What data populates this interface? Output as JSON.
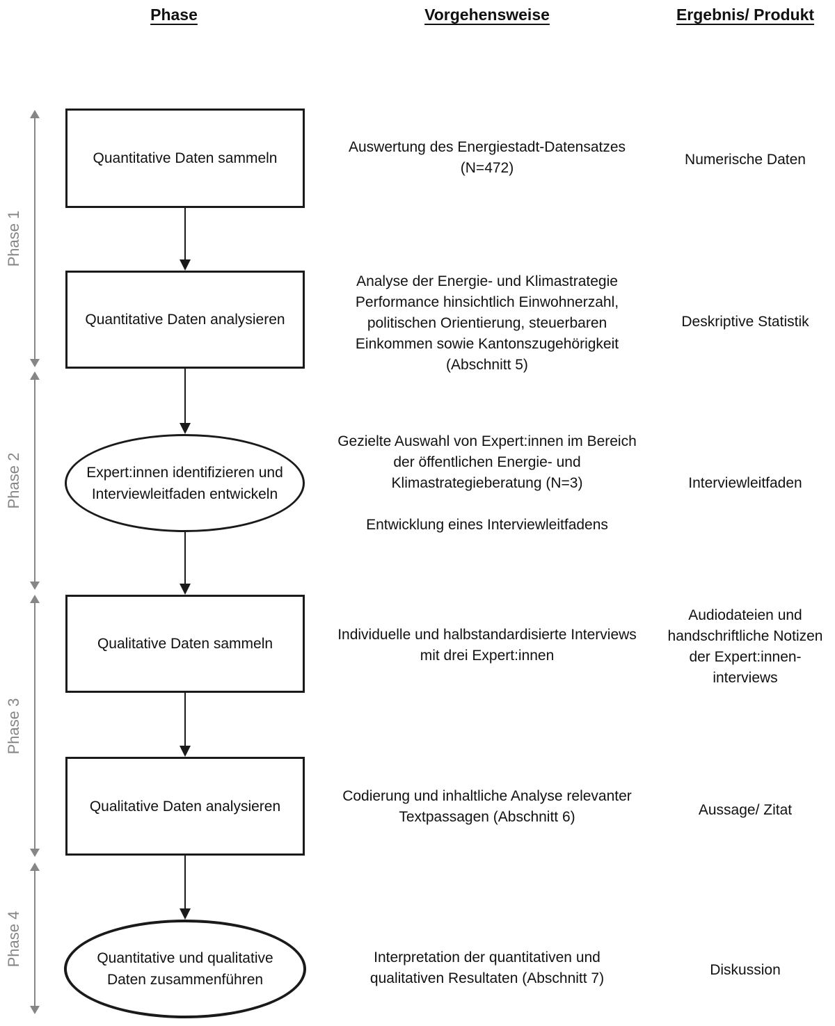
{
  "headers": {
    "phase": "Phase",
    "method": "Vorgehensweise",
    "result": "Ergebnis/ Produkt"
  },
  "phases": [
    {
      "label": "Phase 1"
    },
    {
      "label": "Phase 2"
    },
    {
      "label": "Phase 3"
    },
    {
      "label": "Phase 4"
    }
  ],
  "flow_nodes": [
    {
      "type": "rect",
      "label": "Quantitative Daten sammeln"
    },
    {
      "type": "rect",
      "label": "Quantitative Daten analysieren"
    },
    {
      "type": "ellipse",
      "label": "Expert:innen identifizieren und\nInterviewleitfaden entwickeln"
    },
    {
      "type": "rect",
      "label": "Qualitative Daten sammeln"
    },
    {
      "type": "rect",
      "label": "Qualitative Daten analysieren"
    },
    {
      "type": "ellipse",
      "label": "Quantitative und qualitative\nDaten zusammenführen"
    }
  ],
  "method_steps": [
    {
      "text": "Auswertung des Energiestadt-Datensatzes\n(N=472)"
    },
    {
      "text": "Analyse der Energie- und Klimastrategie\nPerformance hinsichtlich Einwohnerzahl,\npolitischen Orientierung, steuerbaren\nEinkommen sowie Kantonszugehörigkeit\n(Abschnitt 5)"
    },
    {
      "text": "Gezielte Auswahl von Expert:innen im Bereich\nder öffentlichen Energie- und\nKlimastrategieberatung (N=3)\n\nEntwicklung eines Interviewleitfadens"
    },
    {
      "text": "Individuelle und halbstandardisierte Interviews\nmit drei Expert:innen"
    },
    {
      "text": "Codierung und inhaltliche Analyse relevanter\nTextpassagen (Abschnitt 6)"
    },
    {
      "text": "Interpretation der quantitativen und\nqualitativen Resultaten (Abschnitt 7)"
    }
  ],
  "results": [
    {
      "text": "Numerische Daten"
    },
    {
      "text": "Deskriptive Statistik"
    },
    {
      "text": "Interviewleitfaden"
    },
    {
      "text": "Audiodateien und\nhandschriftliche Notizen\nder Expert:innen-\ninterviews"
    },
    {
      "text": "Aussage/ Zitat"
    },
    {
      "text": "Diskussion"
    }
  ],
  "colors": {
    "phase_rail_gray": "#868686",
    "shape_line_black": "#1a1a1a",
    "background": "#ffffff"
  }
}
